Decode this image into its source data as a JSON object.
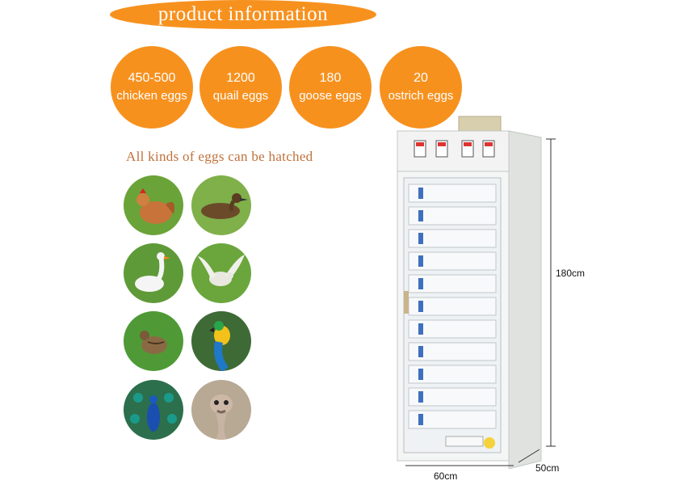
{
  "banner": {
    "title": "product information"
  },
  "capacities": [
    {
      "count": "450-500",
      "label": "chicken eggs"
    },
    {
      "count": "1200",
      "label": "quail eggs"
    },
    {
      "count": "180",
      "label": "goose eggs"
    },
    {
      "count": "20",
      "label": "ostrich eggs"
    }
  ],
  "subtitle": "All kinds of eggs can be hatched",
  "birds": [
    "chicken-icon",
    "duck-icon",
    "goose-icon",
    "pigeon-icon",
    "quail-icon",
    "parrot-icon",
    "peacock-icon",
    "ostrich-icon"
  ],
  "dimensions": {
    "height": "180cm",
    "width": "60cm",
    "depth": "50cm"
  },
  "colors": {
    "accent": "#f7911e",
    "subtitle": "#c0713a"
  }
}
